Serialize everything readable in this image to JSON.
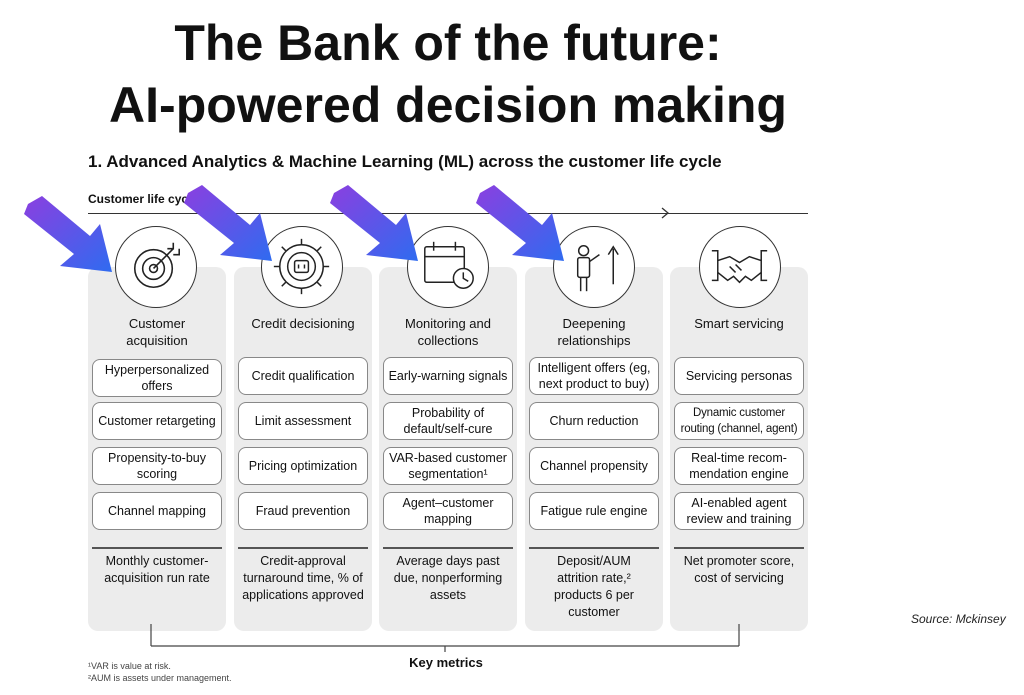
{
  "title": {
    "line1": "The Bank of the future:",
    "line2": "AI-powered decision making"
  },
  "subtitle": "1. Advanced Analytics & Machine Learning (ML) across the customer life cycle",
  "lifecycle_label": "Customer life cycle",
  "columns": [
    {
      "title": "Customer acquisition",
      "icon": "target-icon",
      "levers": [
        "Hyperpersonalized offers",
        "Customer retargeting",
        "Propensity-to-buy scoring",
        "Channel mapping"
      ],
      "metric": "Monthly customer-acquisition run rate"
    },
    {
      "title": "Credit decisioning",
      "icon": "gear-robot-icon",
      "levers": [
        "Credit qualification",
        "Limit assessment",
        "Pricing optimization",
        "Fraud prevention"
      ],
      "metric": "Credit-approval turnaround time, % of applications approved"
    },
    {
      "title": "Monitoring and collections",
      "icon": "calendar-clock-icon",
      "levers": [
        "Early-warning signals",
        "Probability of default/self-cure",
        "VAR-based customer segmentation¹",
        "Agent–customer mapping"
      ],
      "metric": "Average days past due, nonperforming assets"
    },
    {
      "title": "Deepening relationships",
      "icon": "person-growth-icon",
      "levers": [
        "Intelligent offers (eg, next product to buy)",
        "Churn reduction",
        "Channel propensity",
        "Fatigue rule engine"
      ],
      "metric": "Deposit/AUM attrition rate,² products 6 per customer"
    },
    {
      "title": "Smart servicing",
      "icon": "handshake-icon",
      "levers": [
        "Servicing personas",
        "Dynamic customer routing (channel, agent)",
        "Real-time recom-mendation engine",
        "AI-enabled agent review and training"
      ],
      "metric": "Net promoter score, cost of servicing"
    }
  ],
  "key_metrics_label": "Key metrics",
  "footnotes": [
    "¹VAR is value at risk.",
    "²AUM is assets under management."
  ],
  "source": "Source: Mckinsey",
  "colors": {
    "arrow_start": "#8b3fe0",
    "arrow_end": "#2f6bf0",
    "column_bg": "#ececec",
    "line": "#333333"
  }
}
